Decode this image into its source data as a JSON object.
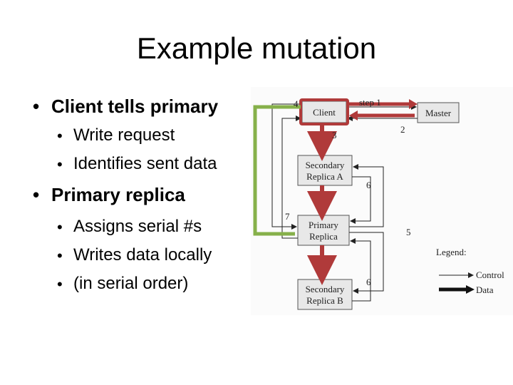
{
  "slide": {
    "title": "Example mutation",
    "bullets": [
      {
        "text": "Client tells primary",
        "sub": [
          "Write request",
          "Identifies sent data"
        ]
      },
      {
        "text": "Primary replica",
        "sub": [
          "Assigns serial #s",
          "Writes data locally",
          "(in serial order)"
        ]
      }
    ],
    "bullet_glyph": "•"
  },
  "diagram": {
    "nodes": {
      "client": "Client",
      "master": "Master",
      "secondary_a_line1": "Secondary",
      "secondary_a_line2": "Replica A",
      "primary_line1": "Primary",
      "primary_line2": "Replica",
      "secondary_b_line1": "Secondary",
      "secondary_b_line2": "Replica B"
    },
    "step_labels": {
      "step1": "step 1",
      "s2": "2",
      "s3": "3",
      "s4": "4",
      "s5": "5",
      "s6a": "6",
      "s6b": "6",
      "s7": "7"
    },
    "legend": {
      "title": "Legend:",
      "control": "Control",
      "data": "Data"
    },
    "colors": {
      "highlight_red": "#b03a3a",
      "highlight_green": "#86b04a",
      "box_fill": "#e8e8e8"
    }
  }
}
